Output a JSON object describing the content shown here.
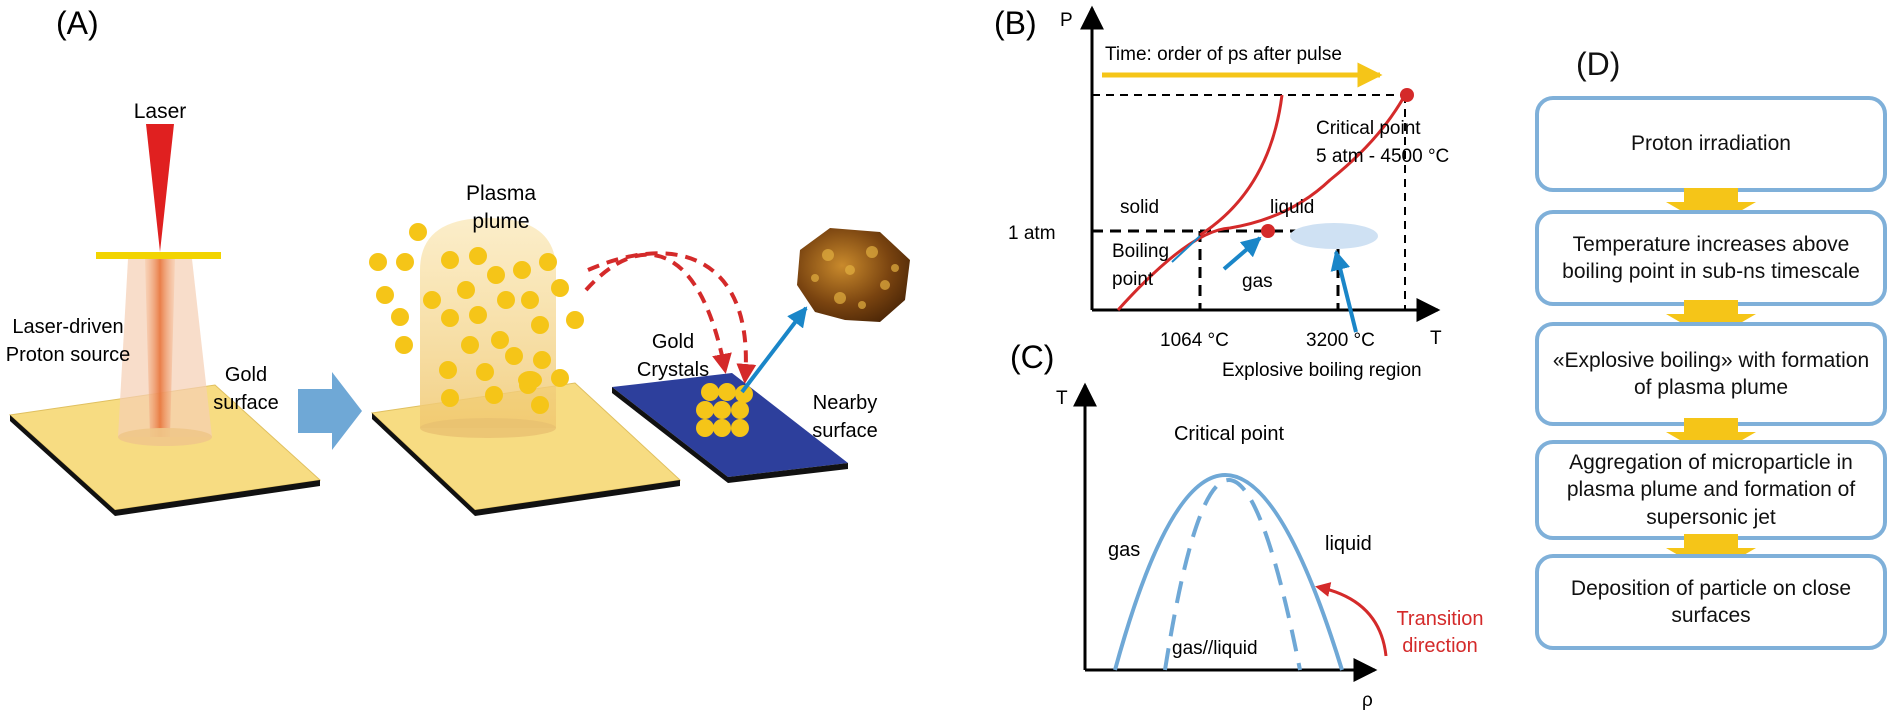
{
  "panel_a": {
    "label": "(A)",
    "laser": "Laser",
    "proton_source": [
      "Laser-driven",
      "Proton source"
    ],
    "gold_surface": [
      "Gold",
      "surface"
    ],
    "plasma_plume": [
      "Plasma",
      "plume"
    ],
    "gold_crystals": [
      "Gold",
      "Crystals"
    ],
    "nearby_surface": [
      "Nearby",
      "surface"
    ]
  },
  "panel_b": {
    "label": "(B)",
    "y_axis": "P",
    "x_axis": "T",
    "time_note": "Time: order of ps after pulse",
    "critical_point": [
      "Critical point",
      "5 atm - 4500 °C"
    ],
    "solid": "solid",
    "liquid": "liquid",
    "gas": "gas",
    "boiling_point": [
      "Boiling",
      "point"
    ],
    "p_tick": "1 atm",
    "t_tick_1": "1064 °C",
    "t_tick_2": "3200 °C",
    "explosive_region": "Explosive boiling region"
  },
  "panel_c": {
    "label": "(C)",
    "y_axis": "T",
    "x_axis": "ρ",
    "critical_point": "Critical point",
    "gas": "gas",
    "liquid": "liquid",
    "mixed": "gas//liquid",
    "transition": [
      "Transition",
      "direction"
    ]
  },
  "panel_d": {
    "label": "(D)",
    "steps": [
      "Proton irradiation",
      "Temperature increases above boiling point in sub-ns timescale",
      "«Explosive boiling» with formation of plasma plume",
      "Aggregation of microparticle in plasma plume and formation of supersonic jet",
      "Deposition of particle on close surfaces"
    ]
  },
  "colors": {
    "gold": "#f5c518",
    "gold_surface": "#f7dc82",
    "laser_red": "#e02020",
    "arrow_blue": "#6fa8d6",
    "plate_blue": "#2d3f9c",
    "curve_red": "#d42a2a",
    "curve_blue": "#6fa8d6",
    "box_border": "#7fb0d9",
    "transition_red": "#d42a2a"
  }
}
